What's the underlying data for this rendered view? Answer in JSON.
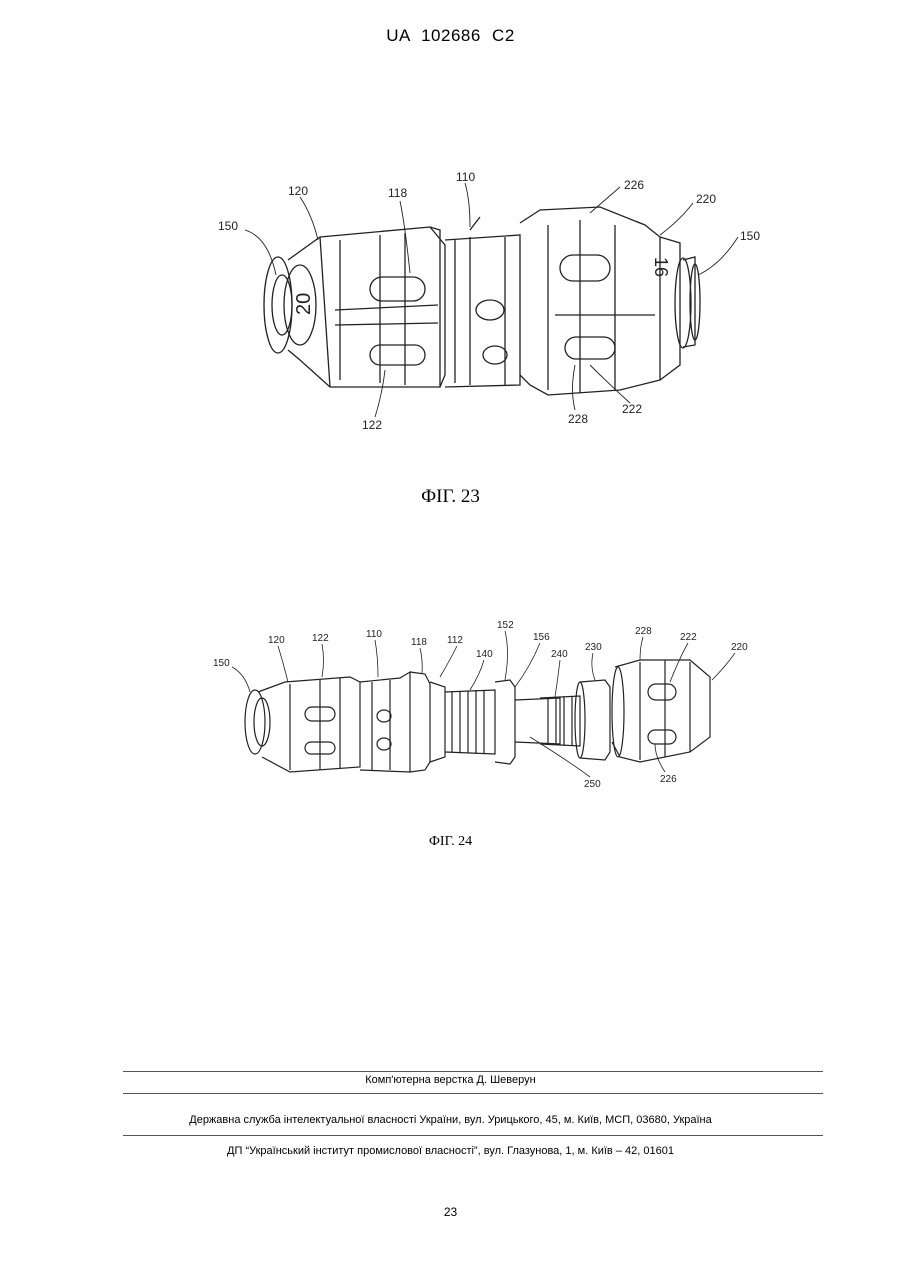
{
  "header": {
    "patent_id": "UA   102686   C2"
  },
  "figures": [
    {
      "caption": "ФІГ. 23",
      "labels": [
        "150",
        "120",
        "118",
        "110",
        "226",
        "220",
        "150",
        "122",
        "228",
        "222"
      ],
      "markings": [
        "20",
        "16"
      ]
    },
    {
      "caption": "ФІГ. 24",
      "labels": [
        "150",
        "120",
        "122",
        "110",
        "118",
        "112",
        "152",
        "156",
        "140",
        "240",
        "230",
        "228",
        "222",
        "220",
        "250",
        "226"
      ]
    }
  ],
  "footer": {
    "typesetting": "Комп'ютерна верстка Д. Шеверун",
    "office": "Державна служба інтелектуальної власності України, вул. Урицького, 45, м. Київ, МСП, 03680, Україна",
    "institute": "ДП “Український інститут промислової власності”, вул. Глазунова, 1, м. Київ – 42, 01601"
  },
  "page_number": "23"
}
